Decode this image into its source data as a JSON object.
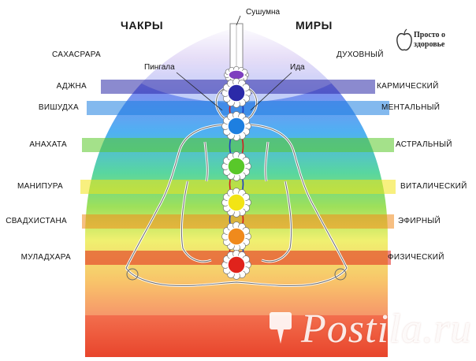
{
  "headers": {
    "chakras": "ЧАКРЫ",
    "worlds": "МИРЫ"
  },
  "channels": {
    "sushumna": "Сушумна",
    "pingala": "Пингала",
    "ida": "Ида"
  },
  "rows": [
    {
      "chakra": "САХАСРАРА",
      "world": "ДУХОВНЫЙ",
      "color": "#7e3fbf"
    },
    {
      "chakra": "АДЖНА",
      "world": "КАРМИЧЕСКИЙ",
      "color": "#2b2aa8"
    },
    {
      "chakra": "ВИШУДХА",
      "world": "МЕНТАЛЬНЫЙ",
      "color": "#1e7fe0"
    },
    {
      "chakra": "АНАХАТА",
      "world": "АСТРАЛЬНЫЙ",
      "color": "#59c82a"
    },
    {
      "chakra": "МАНИПУРА",
      "world": "ВИТАЛИЧЕСКИЙ",
      "color": "#f2e415"
    },
    {
      "chakra": "СВАДХИСТАНА",
      "world": "ЭФИРНЫЙ",
      "color": "#f08a1c"
    },
    {
      "chakra": "МУЛАДХАРА",
      "world": "ФИЗИЧЕСКИЙ",
      "color": "#e0231c"
    }
  ],
  "logo": {
    "line1": "Просто о",
    "line2": "здоровье",
    "icon": "apple-icon"
  },
  "watermark": {
    "text": "Postila.ru",
    "icon": "pin-icon"
  }
}
